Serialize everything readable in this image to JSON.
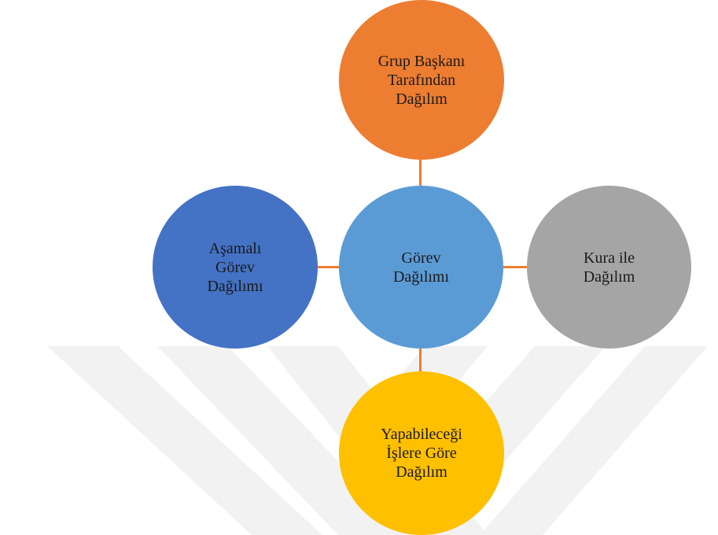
{
  "diagram": {
    "center": {
      "label": "Görev\nDağılımı",
      "color": "#5B9BD5"
    },
    "top": {
      "label": "Grup Başkanı\nTarafından\nDağılım",
      "color": "#ED7D31"
    },
    "left": {
      "label": "Aşamalı\nGörev\nDağılımı",
      "color": "#4472C4"
    },
    "right": {
      "label": "Kura ile\nDağılım",
      "color": "#A5A5A5"
    },
    "bottom": {
      "label": "Yapabileceği\nİşlere Göre\nDağılım",
      "color": "#FFC000"
    },
    "connector_color": "#ED7D31",
    "watermark_color": "#F2F2F2"
  }
}
